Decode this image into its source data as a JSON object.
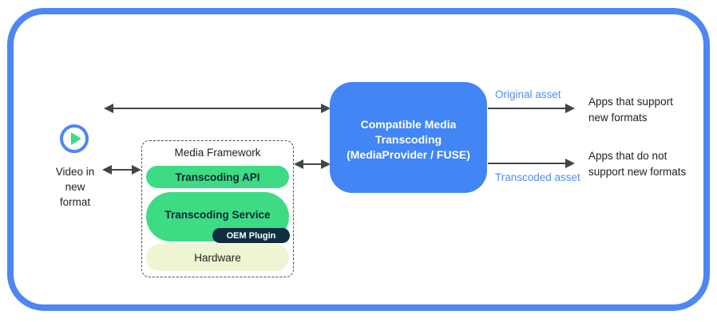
{
  "colors": {
    "frame_blue": "#4c87f3",
    "box_blue": "#4285f4",
    "android_green": "#3ddc84",
    "oem_navy": "#0c3042",
    "hardware_cream": "#eef5d2",
    "arrow_gray": "#424548",
    "asset_label_blue": "#4d8ef7"
  },
  "video_source": {
    "icon": "play-icon",
    "label_lines": [
      "Video in",
      "new",
      "format"
    ]
  },
  "media_framework": {
    "title": "Media Framework",
    "transcoding_api": "Transcoding API",
    "transcoding_service": "Transcoding Service",
    "oem_plugin": "OEM Plugin",
    "hardware": "Hardware"
  },
  "transcoding_box": {
    "title_lines": [
      "Compatible Media",
      "Transcoding",
      "(MediaProvider / FUSE)"
    ]
  },
  "outputs": {
    "original": {
      "arrow_label": "Original asset",
      "target_lines": [
        "Apps that support",
        "new formats"
      ]
    },
    "transcoded": {
      "arrow_label": "Transcoded asset",
      "target_lines": [
        "Apps that do not",
        "support new formats"
      ]
    }
  }
}
